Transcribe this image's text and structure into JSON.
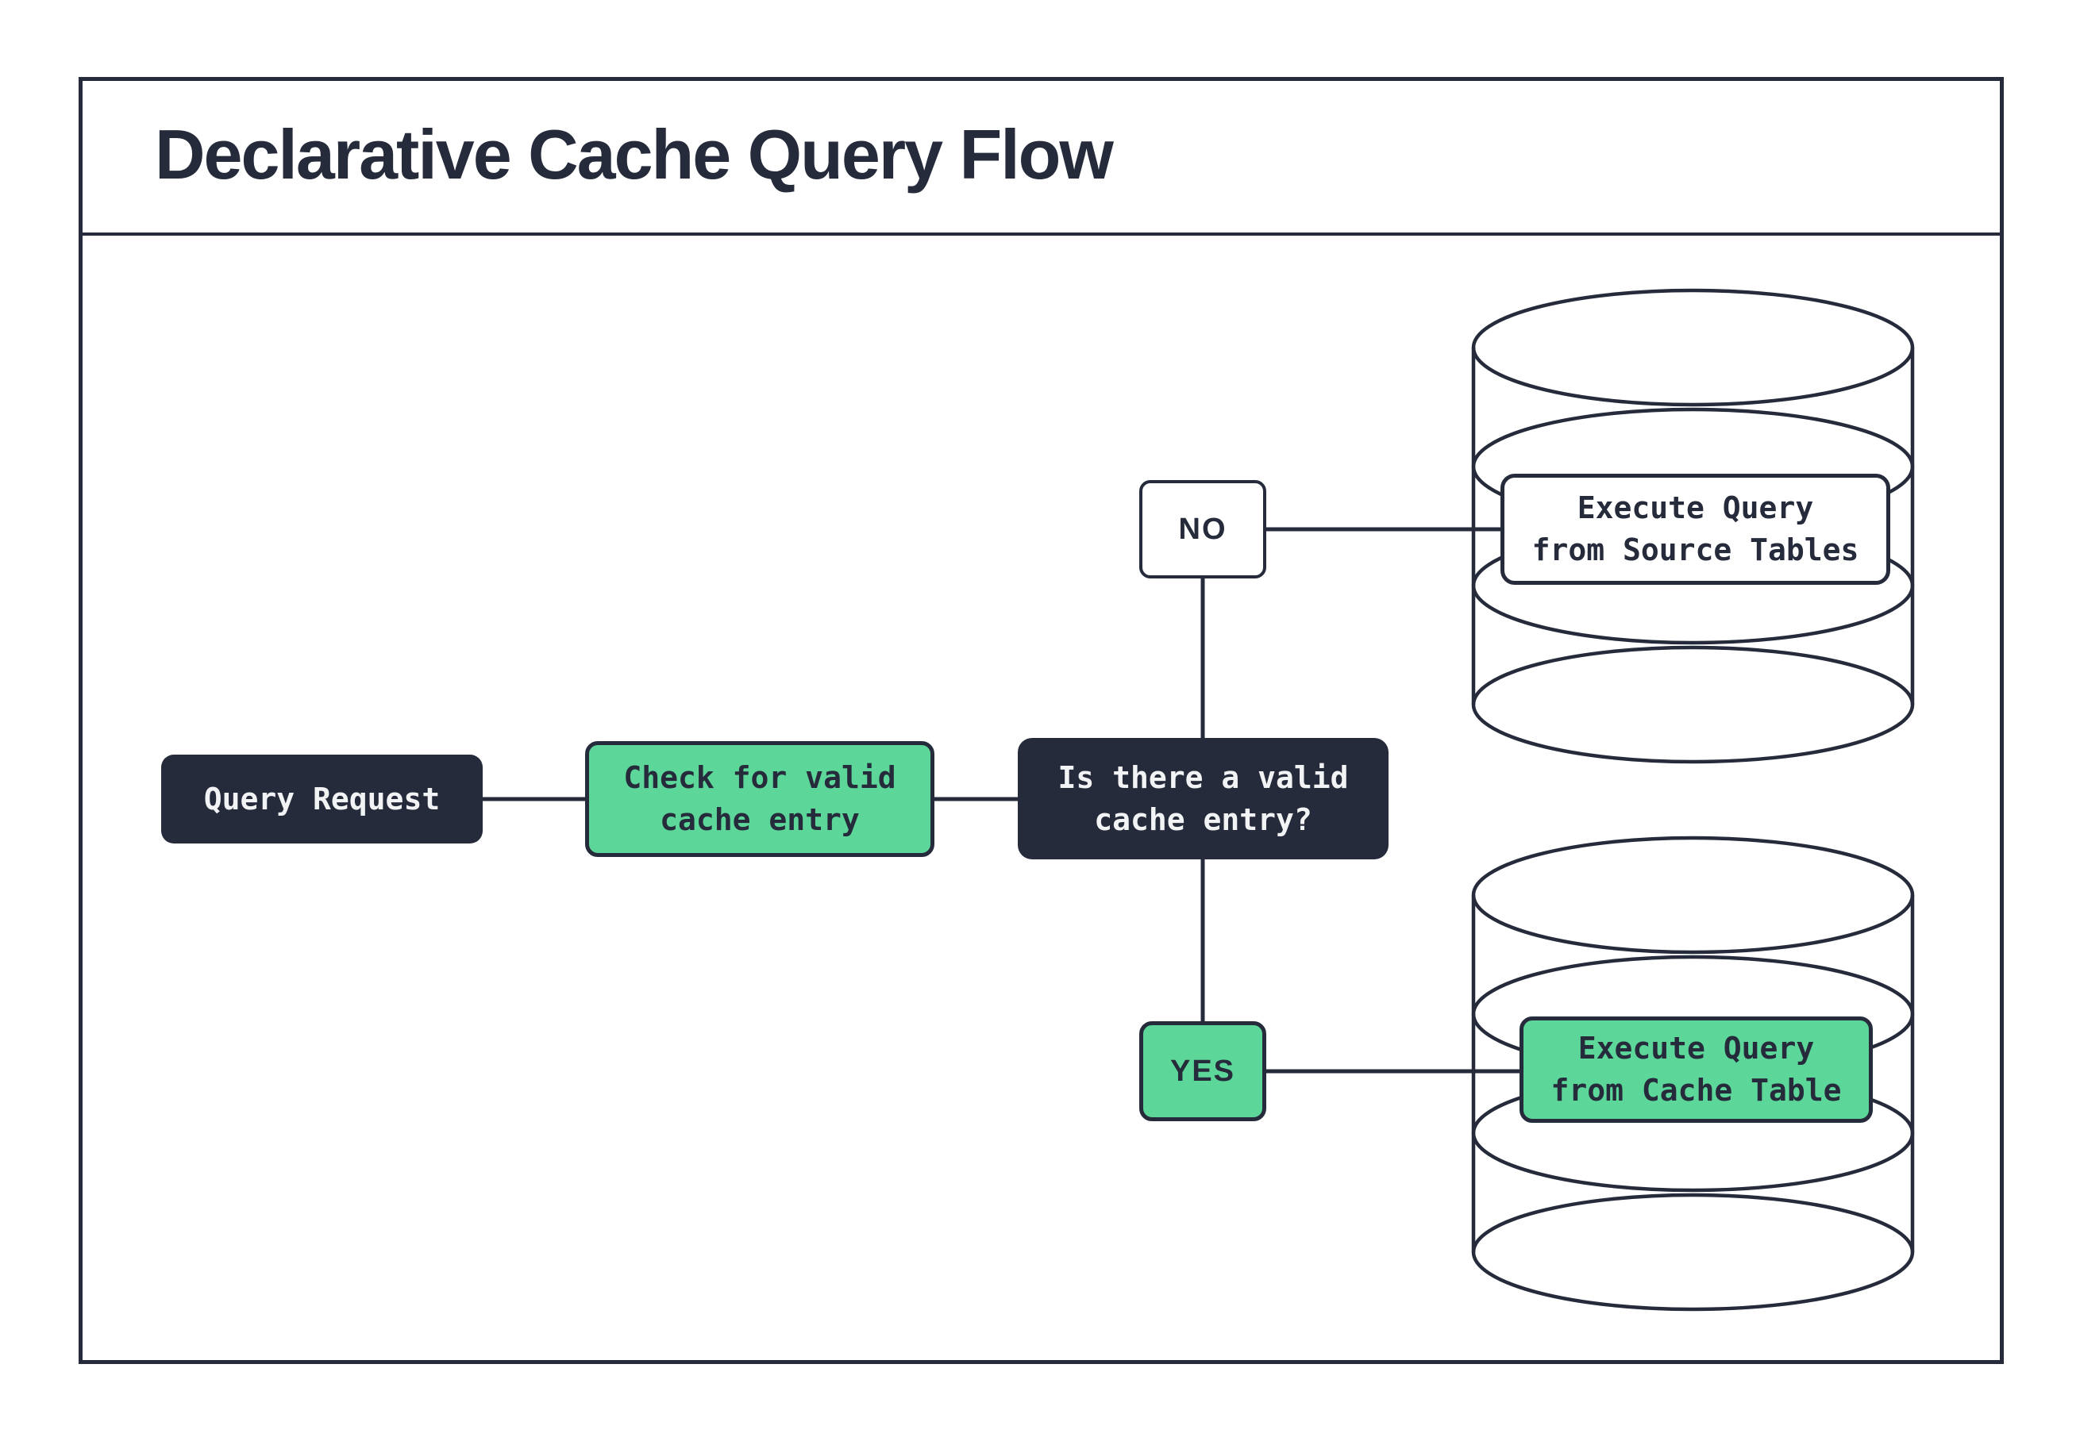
{
  "page": {
    "title": "Declarative Cache Query Flow"
  },
  "colors": {
    "dark_navy": "#262B3B",
    "green": "#5DD69A",
    "background": "#FFFFFF",
    "light_text": "#F2F3F4"
  },
  "nodes": {
    "query_request": {
      "label": "Query Request"
    },
    "check_cache": {
      "line1": "Check for valid",
      "line2": "cache entry"
    },
    "decision": {
      "line1": "Is there a valid",
      "line2": "cache entry?"
    },
    "branch_no": {
      "label": "NO"
    },
    "branch_yes": {
      "label": "YES"
    },
    "source_db": {
      "line1": "Execute Query",
      "line2": "from Source Tables"
    },
    "cache_db": {
      "line1": "Execute Query",
      "line2": "from Cache Table"
    }
  }
}
